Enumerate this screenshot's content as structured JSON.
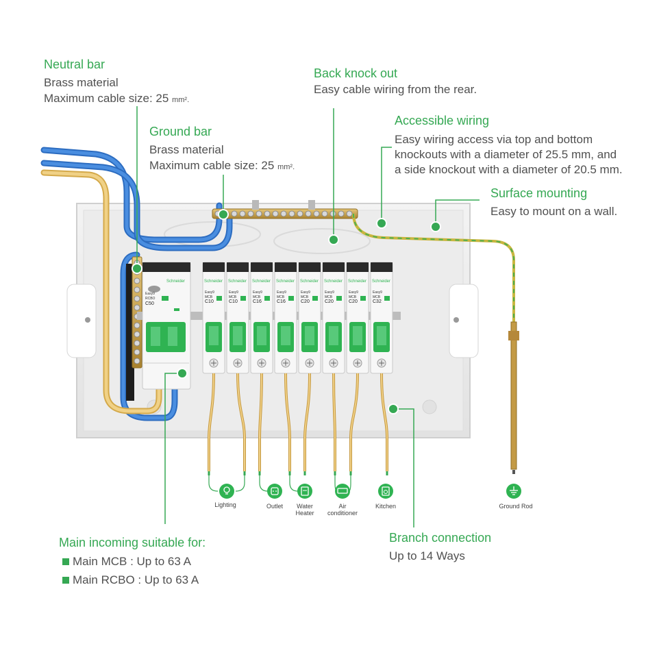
{
  "neutral_bar": {
    "title": "Neutral bar",
    "line1": "Brass material",
    "line2": "Maximum cable size: 25",
    "unit": "mm²."
  },
  "back_knock_out": {
    "title": "Back knock out",
    "line1": "Easy cable wiring from the rear."
  },
  "accessible_wiring": {
    "title": "Accessible wiring",
    "line1": "Easy wiring access via top and bottom",
    "line2": "knockouts with a diameter of 25.5 mm, and",
    "line3": "a side knockout with a diameter of 20.5 mm."
  },
  "ground_bar": {
    "title": "Ground bar",
    "line1": "Brass material",
    "line2": "Maximum cable size: 25",
    "unit": "mm²."
  },
  "surface_mounting": {
    "title": "Surface mounting",
    "line1": "Easy to mount on a wall."
  },
  "main_incoming": {
    "title": "Main incoming suitable for:",
    "item1": "Main MCB : Up to 63 A",
    "item2": "Main RCBO : Up to 63 A"
  },
  "branch_connection": {
    "title": "Branch connection",
    "line1": "Up to 14 Ways"
  },
  "circuit_labels": {
    "lighting": "Lighting",
    "outlet": "Outlet",
    "water_heater_1": "Water",
    "water_heater_2": "Heater",
    "air_conditioner_1": "Air",
    "air_conditioner_2": "conditioner",
    "kitchen": "Kitchen",
    "ground_rod": "Ground Rod"
  },
  "breakers": {
    "brand": "Schneider",
    "rcbo": {
      "series": "Easy9",
      "type": "RCBO",
      "rating": "C50"
    },
    "mcbs": [
      {
        "series": "Easy9",
        "type": "MCB",
        "rating": "C10"
      },
      {
        "series": "Easy9",
        "type": "MCB",
        "rating": "C10"
      },
      {
        "series": "Easy9",
        "type": "MCB",
        "rating": "C16"
      },
      {
        "series": "Easy9",
        "type": "MCB",
        "rating": "C16"
      },
      {
        "series": "Easy9",
        "type": "MCB",
        "rating": "C20"
      },
      {
        "series": "Easy9",
        "type": "MCB",
        "rating": "C20"
      },
      {
        "series": "Easy9",
        "type": "MCB",
        "rating": "C20"
      },
      {
        "series": "Easy9",
        "type": "MCB",
        "rating": "C32"
      }
    ]
  },
  "colors": {
    "accent": "#35a853",
    "text": "#505050",
    "enclosure": "#eeeeee",
    "breaker_green": "#2fb352",
    "blue_cable": "#3c7ed0",
    "yellow_cable": "#e9c56c",
    "brass": "#caa24c"
  }
}
